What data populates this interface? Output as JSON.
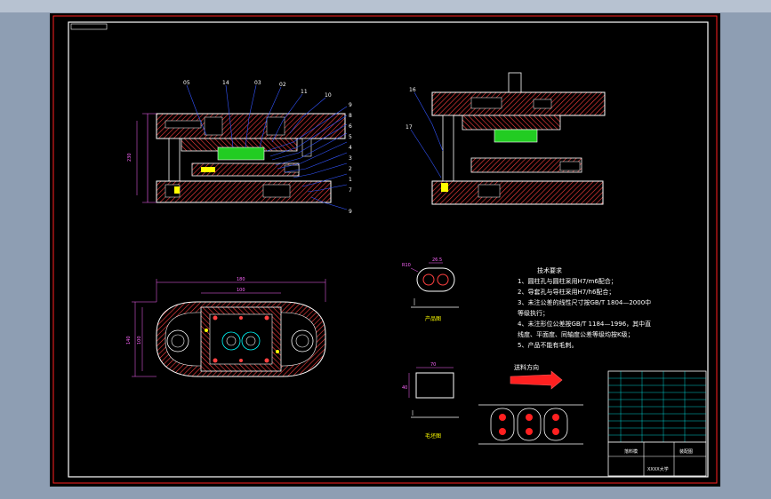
{
  "technical_requirements": {
    "title": "技术要求",
    "items": [
      "1、圆柱孔与圆柱采用H7/m6配合；",
      "2、导套孔与导柱采用H7/h6配合；",
      "3、未注公差的线性尺寸按GB/T 1804—2000中",
      "    等级执行；",
      "4、未注形位公差按GB/T 1184—1996，其中直",
      "    线度、平面度、同轴度公差等级均按K级；",
      "5、产品不能有毛刺。"
    ]
  },
  "feed_direction_label": "送料方向",
  "product_view_label": "产品图",
  "blank_view_label": "毛坯图",
  "callouts_left": [
    "05",
    "14",
    "03",
    "02",
    "11",
    "10",
    "9",
    "8",
    "6",
    "5",
    "4",
    "3",
    "2",
    "1",
    "7",
    "9"
  ],
  "callouts_right": [
    "16",
    "17"
  ],
  "dimensions": {
    "plate_width": "180",
    "plate_inner": "100",
    "plate_height": "140",
    "plate_height_inner": "100",
    "die_height": "230",
    "product_pitch": "26.5",
    "product_r": "R10",
    "blank_width": "70",
    "blank_height": "40"
  },
  "title_block": {
    "drawing_name": "落料模",
    "sheet_label": "装配图",
    "school": "XXXX大学"
  },
  "colors": {
    "background": "#000000",
    "frame": "#ff2020",
    "hatch": "#ff4040",
    "outline": "#ffffff",
    "green": "#22cc22",
    "dimension": "#ff66ff",
    "leader": "#3355ff",
    "yellow": "#ffff00",
    "cyan": "#00ffff"
  }
}
